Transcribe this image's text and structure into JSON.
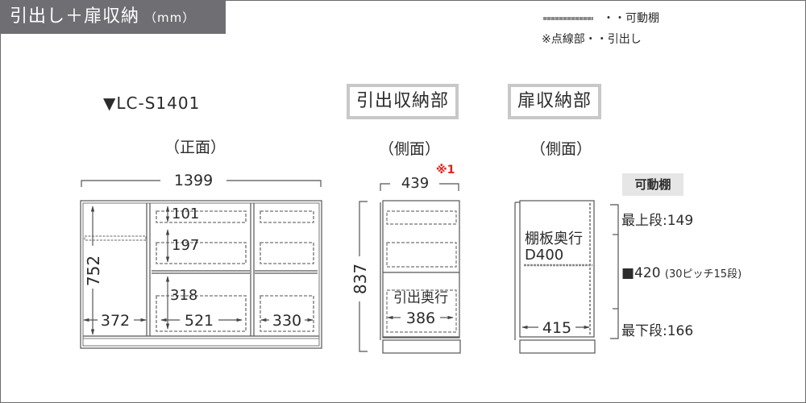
{
  "header": {
    "title": "引出し＋扉収納",
    "unit": "（mm）"
  },
  "legend": {
    "movable_shelf": "・・可動棚",
    "dotted_note": "※点線部・・引出し"
  },
  "model": "▼LC-S1401",
  "views": {
    "front": {
      "label": "（正面）",
      "width": "1399",
      "height": "752",
      "left_inner_width": "372",
      "drawer_small_height": "101",
      "drawer_mid_height": "197",
      "drawer_large_height": "318",
      "center_inner_width": "521",
      "right_inner_width": "330"
    },
    "drawer_side": {
      "section_title": "引出収納部",
      "label": "（側面）",
      "depth": "439",
      "depth_note": "※1",
      "height": "837",
      "drawer_depth_label": "引出奥行",
      "drawer_depth": "386"
    },
    "door_side": {
      "section_title": "扉収納部",
      "label": "（側面）",
      "shelf_depth_label": "棚板奥行",
      "shelf_depth": "D400",
      "inner_depth": "415"
    }
  },
  "movable_shelf": {
    "tag": "可動棚",
    "top": "最上段:149",
    "middle": "■420",
    "middle_note": "(30ピッチ15段)",
    "bottom": "最下段:166"
  },
  "colors": {
    "tab_bg": "#6f6e73",
    "line": "#555555",
    "dashed": "#8a8a8a",
    "accent_red": "#e0201b",
    "box_border": "#c8c8c8"
  }
}
